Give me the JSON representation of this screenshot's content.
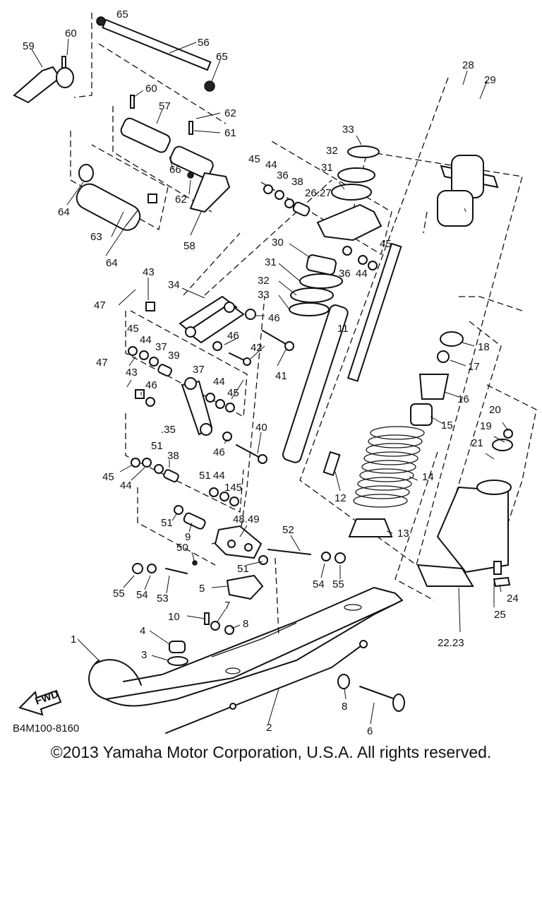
{
  "diagram": {
    "code": "B4M100-8160",
    "direction_badge": "FWD",
    "labels": [
      {
        "id": "65a",
        "text": "65"
      },
      {
        "id": "60a",
        "text": "60"
      },
      {
        "id": "59",
        "text": "59"
      },
      {
        "id": "56",
        "text": "56"
      },
      {
        "id": "65b",
        "text": "65"
      },
      {
        "id": "28",
        "text": "28"
      },
      {
        "id": "29",
        "text": "29"
      },
      {
        "id": "60b",
        "text": "60"
      },
      {
        "id": "57",
        "text": "57"
      },
      {
        "id": "62a",
        "text": "62"
      },
      {
        "id": "61",
        "text": "61"
      },
      {
        "id": "33a",
        "text": "33"
      },
      {
        "id": "32a",
        "text": "32"
      },
      {
        "id": "31a",
        "text": "31"
      },
      {
        "id": "45a",
        "text": "45"
      },
      {
        "id": "44a",
        "text": "44"
      },
      {
        "id": "36a",
        "text": "36"
      },
      {
        "id": "38a",
        "text": "38"
      },
      {
        "id": "2627",
        "text": "26.27"
      },
      {
        "id": "66",
        "text": "66"
      },
      {
        "id": "62b",
        "text": "62"
      },
      {
        "id": "64a",
        "text": "64"
      },
      {
        "id": "63",
        "text": "63"
      },
      {
        "id": "58",
        "text": "58"
      },
      {
        "id": "64b",
        "text": "64"
      },
      {
        "id": "30",
        "text": "30"
      },
      {
        "id": "31b",
        "text": "31"
      },
      {
        "id": "45b",
        "text": "45"
      },
      {
        "id": "36b",
        "text": "36"
      },
      {
        "id": "44b",
        "text": "44"
      },
      {
        "id": "32b",
        "text": "32"
      },
      {
        "id": "33b",
        "text": "33"
      },
      {
        "id": "43a",
        "text": "43"
      },
      {
        "id": "34",
        "text": "34"
      },
      {
        "id": "47a",
        "text": "47"
      },
      {
        "id": "46a",
        "text": "46"
      },
      {
        "id": "11",
        "text": "11"
      },
      {
        "id": "46b",
        "text": "46"
      },
      {
        "id": "42",
        "text": "42"
      },
      {
        "id": "41",
        "text": "41"
      },
      {
        "id": "18",
        "text": "18"
      },
      {
        "id": "17",
        "text": "17"
      },
      {
        "id": "45c",
        "text": "45"
      },
      {
        "id": "44c",
        "text": "44"
      },
      {
        "id": "37a",
        "text": "37"
      },
      {
        "id": "39",
        "text": "39"
      },
      {
        "id": "47b",
        "text": "47"
      },
      {
        "id": "43b",
        "text": "43"
      },
      {
        "id": "46c",
        "text": "46"
      },
      {
        "id": "37b",
        "text": "37"
      },
      {
        "id": "44d",
        "text": "44"
      },
      {
        "id": "45d",
        "text": "45"
      },
      {
        "id": "16",
        "text": "16"
      },
      {
        "id": "15",
        "text": "15"
      },
      {
        "id": "35",
        "text": ".35"
      },
      {
        "id": "40",
        "text": "40"
      },
      {
        "id": "46d",
        "text": "46"
      },
      {
        "id": "20",
        "text": "20"
      },
      {
        "id": "19",
        "text": "19"
      },
      {
        "id": "21",
        "text": "21"
      },
      {
        "id": "51a",
        "text": "51"
      },
      {
        "id": "38b",
        "text": "38"
      },
      {
        "id": "45e",
        "text": "45"
      },
      {
        "id": "44e",
        "text": "44"
      },
      {
        "id": "51b",
        "text": "51"
      },
      {
        "id": "44f",
        "text": "44"
      },
      {
        "id": "145",
        "text": "145"
      },
      {
        "id": "14",
        "text": "14"
      },
      {
        "id": "12",
        "text": "12"
      },
      {
        "id": "51c",
        "text": "51"
      },
      {
        "id": "9",
        "text": "9"
      },
      {
        "id": "4849",
        "text": "48.49"
      },
      {
        "id": "52",
        "text": "52"
      },
      {
        "id": "13",
        "text": "13"
      },
      {
        "id": "50",
        "text": "50"
      },
      {
        "id": "51d",
        "text": "51"
      },
      {
        "id": "55a",
        "text": "55"
      },
      {
        "id": "54a",
        "text": "54"
      },
      {
        "id": "53",
        "text": "53"
      },
      {
        "id": "54b",
        "text": "54"
      },
      {
        "id": "55b",
        "text": "55"
      },
      {
        "id": "5",
        "text": "5"
      },
      {
        "id": "24",
        "text": "24"
      },
      {
        "id": "7",
        "text": "7"
      },
      {
        "id": "10",
        "text": "10"
      },
      {
        "id": "25",
        "text": "25"
      },
      {
        "id": "8a",
        "text": "8"
      },
      {
        "id": "4",
        "text": "4"
      },
      {
        "id": "2223",
        "text": "22.23"
      },
      {
        "id": "1",
        "text": "1"
      },
      {
        "id": "3",
        "text": "3"
      },
      {
        "id": "8b",
        "text": "8"
      },
      {
        "id": "2",
        "text": "2"
      },
      {
        "id": "6",
        "text": "6"
      }
    ]
  },
  "footer": {
    "copyright": "©2013 Yamaha Motor Corporation, U.S.A. All rights reserved."
  }
}
